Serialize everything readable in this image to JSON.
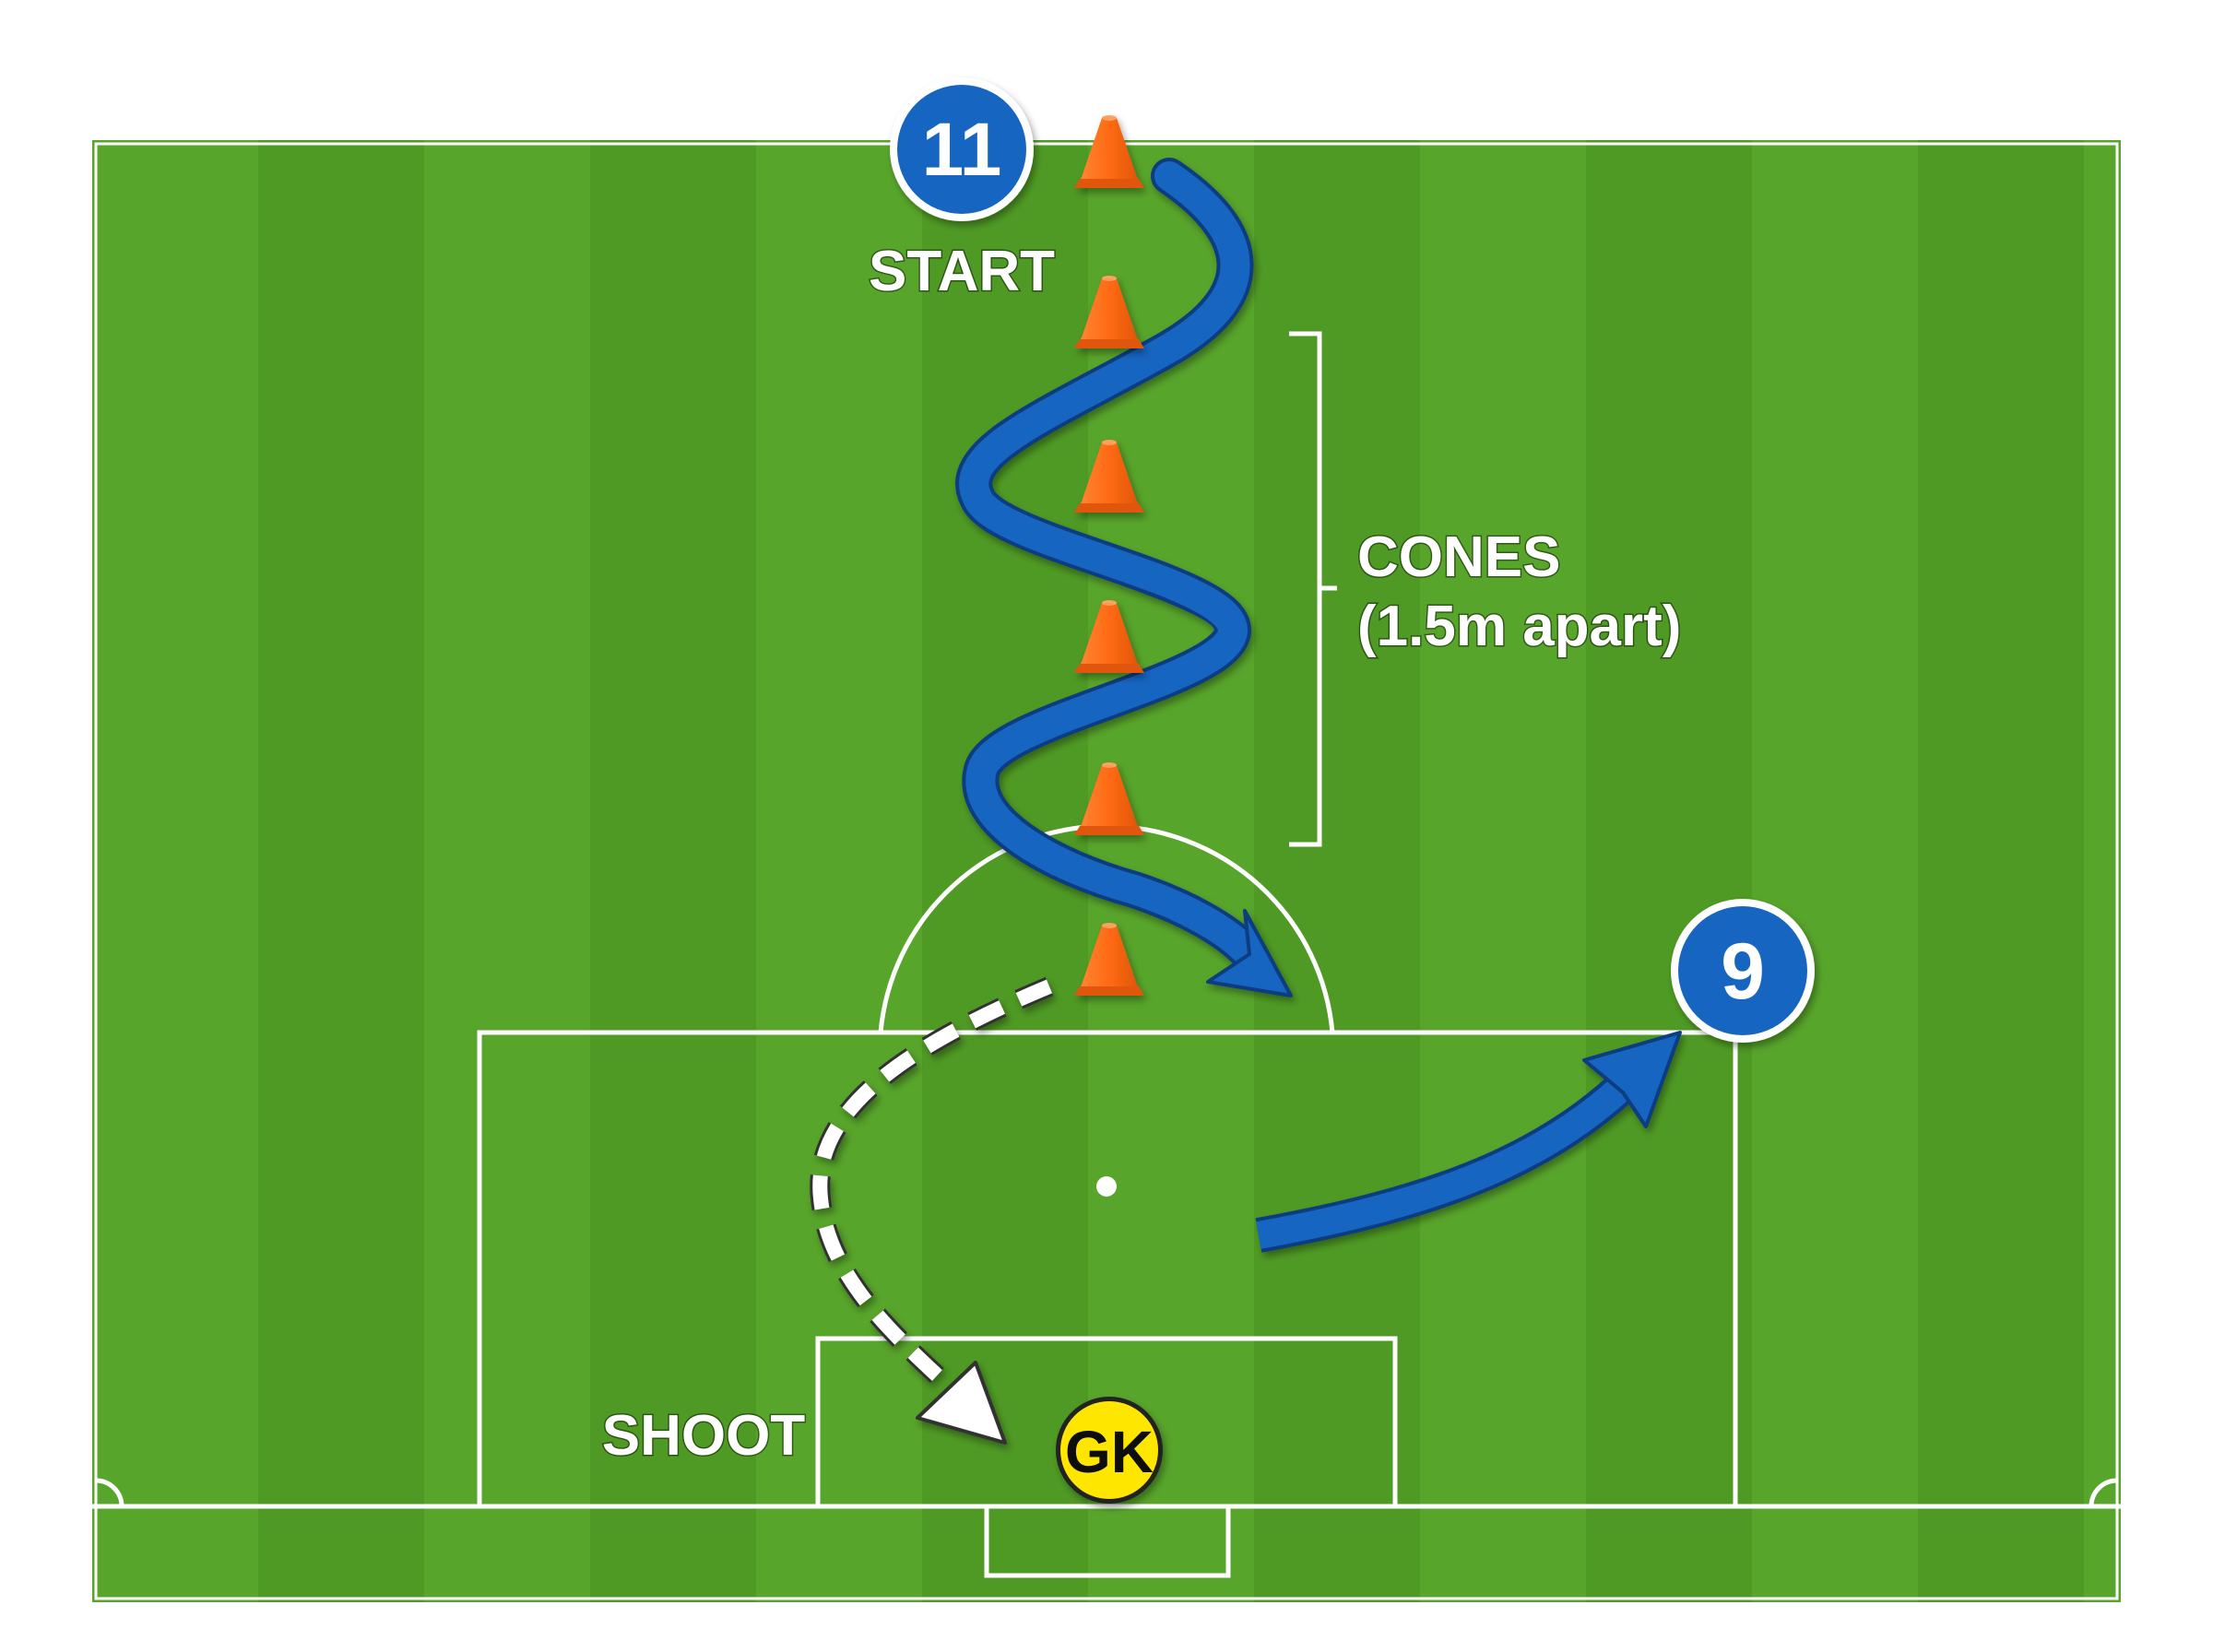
{
  "colors": {
    "pitch": "#4f9a24",
    "pitch_stripe": "#58a52b",
    "lines": "#ffffff",
    "player": "#1565c0",
    "goalkeeper": "#ffe600",
    "cone": "#ff6a13",
    "run_path": "#1565c0",
    "shot_path": "#ffffff"
  },
  "players": {
    "start_player": {
      "number": "11"
    },
    "target_player": {
      "number": "9"
    },
    "goalkeeper": {
      "label": "GK"
    }
  },
  "labels": {
    "start": "START",
    "cones_line1": "CONES",
    "cones_line2": "(1.5m apart)",
    "shoot": "SHOOT"
  },
  "icons": [
    "cone-icon",
    "arrow-icon"
  ]
}
